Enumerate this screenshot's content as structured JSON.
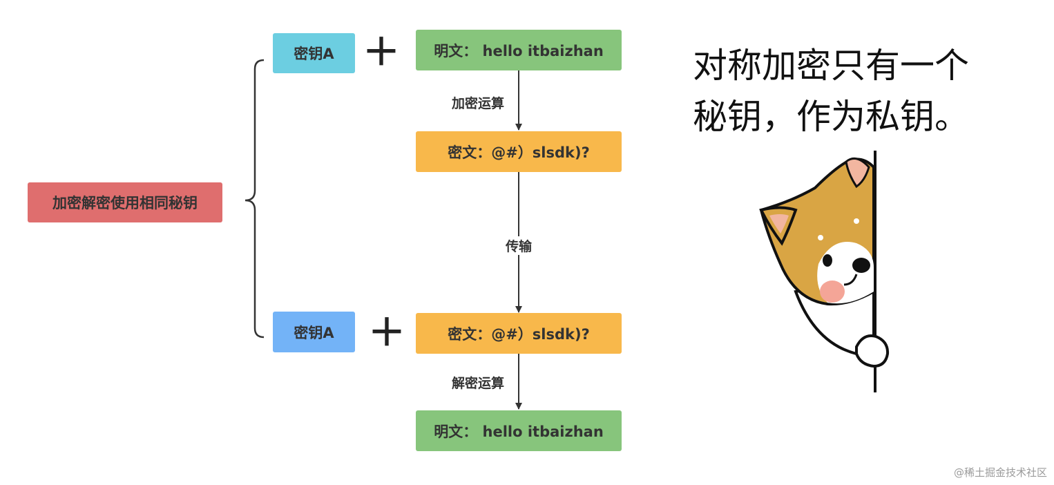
{
  "diagram": {
    "root": {
      "label": "加密解密使用相同秘钥",
      "color": "#df6e6e"
    },
    "key_top": {
      "label": "密钥A",
      "color": "#6ccee1"
    },
    "key_bottom": {
      "label": "密钥A",
      "color": "#73b3f7"
    },
    "plus_symbol": "＋",
    "plaintext_top": {
      "label": "明文：  hello itbaizhan",
      "color": "#87c57c"
    },
    "ciphertext_top": {
      "label": "密文：@#）slsdk)?",
      "color": "#f8b84b"
    },
    "ciphertext_bottom": {
      "label": "密文：@#）slsdk)?",
      "color": "#f8b84b"
    },
    "plaintext_bottom": {
      "label": "明文：  hello itbaizhan",
      "color": "#87c57c"
    },
    "edges": {
      "encrypt": "加密运算",
      "transmit": "传输",
      "decrypt": "解密运算"
    }
  },
  "caption": {
    "line1": "对称加密只有一个",
    "line2": "秘钥，作为私钥。"
  },
  "illustration": {
    "icon": "shiba-dog-peeking-icon"
  },
  "watermark": "@稀土掘金技术社区"
}
